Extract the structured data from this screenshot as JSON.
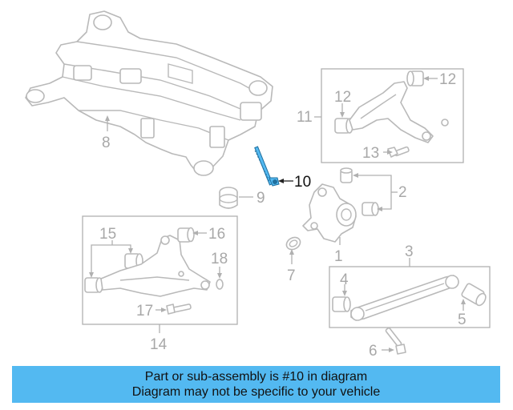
{
  "callouts": {
    "c1": "1",
    "c2": "2",
    "c3": "3",
    "c4": "4",
    "c5": "5",
    "c6": "6",
    "c7": "7",
    "c8": "8",
    "c9": "9",
    "c10": "10",
    "c11": "11",
    "c12": "12",
    "c13": "13",
    "c14": "14",
    "c15": "15",
    "c16": "16",
    "c17": "17",
    "c18": "18"
  },
  "highlighted_part": "10",
  "colors": {
    "highlight": "#53b9f1",
    "parts": "#b9b9b9",
    "labels": "#a8a8a8"
  },
  "banner": {
    "line1": "Part or sub-assembly is #10 in diagram",
    "line2": "Diagram may not be specific to your vehicle"
  }
}
